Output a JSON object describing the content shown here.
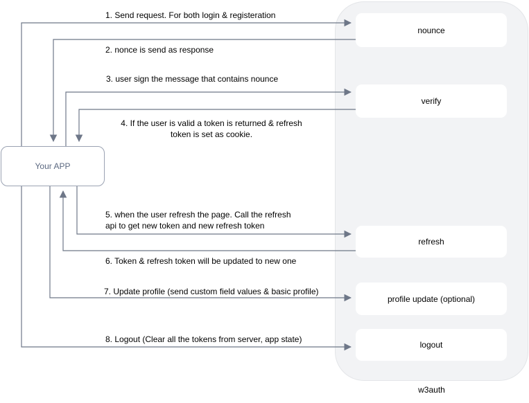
{
  "diagram": {
    "app_node": {
      "label": "Your APP"
    },
    "service": {
      "label": "w3auth",
      "endpoints": [
        {
          "label": "nounce"
        },
        {
          "label": "verify"
        },
        {
          "label": "refresh"
        },
        {
          "label": "profile update (optional)"
        },
        {
          "label": "logout"
        }
      ]
    },
    "messages": [
      {
        "text": "1. Send request. For both login & registeration"
      },
      {
        "text": "2. nonce is send as response"
      },
      {
        "text": "3. user sign the message that contains nounce"
      },
      {
        "lines": [
          "4. If the user is valid a token is returned & refresh",
          "token is set as cookie."
        ]
      },
      {
        "lines": [
          "5. when the user refresh the page. Call the refresh",
          "api to get new token and new refresh token"
        ]
      },
      {
        "text": "6. Token & refresh token will be updated to new one"
      },
      {
        "text": "7. Update profile (send custom field values & basic profile)"
      },
      {
        "text": "8. Logout (Clear all the tokens from server, app state)"
      }
    ],
    "colors": {
      "connector": "#6e7788",
      "container_fill": "#f2f3f5",
      "container_border": "#e3e5e8",
      "node_border": "#9aa2b2",
      "node_text": "#5b6880",
      "endpoint_fill": "#ffffff",
      "label_text": "#000000"
    }
  }
}
